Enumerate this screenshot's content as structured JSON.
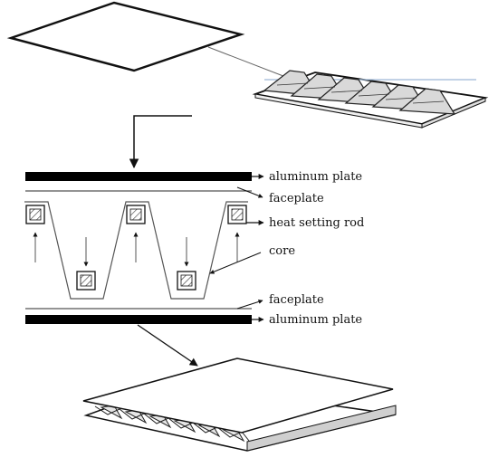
{
  "labels": {
    "aluminum_top": "aluminum plate",
    "faceplate_top": "faceplate",
    "heat_rod": "heat setting rod",
    "core": "core",
    "faceplate_bottom": "faceplate",
    "aluminum_bottom": "aluminum plate"
  },
  "colors": {
    "ink": "#111111",
    "plate": "#000000",
    "line": "#555555",
    "accent": "#9db8d6"
  }
}
